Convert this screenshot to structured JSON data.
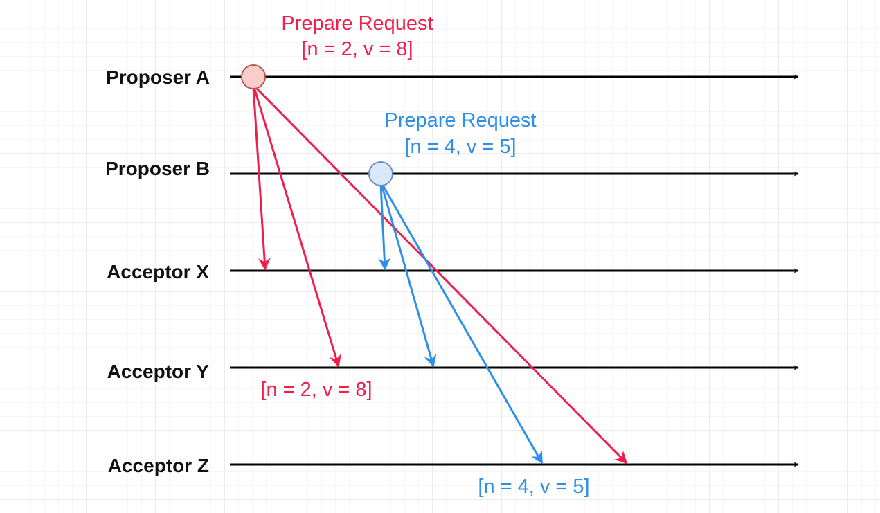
{
  "colors": {
    "timeline": "#000000",
    "proposer_a": "#ef1f4c",
    "proposer_b": "#2f8fe8",
    "node_a_fill": "#f8cecc",
    "node_a_stroke": "#b85450",
    "node_b_fill": "#dae8fc",
    "node_b_stroke": "#6c8ebf"
  },
  "lanes": [
    {
      "id": "proposer-a",
      "label": "Proposer A"
    },
    {
      "id": "proposer-b",
      "label": "Proposer B"
    },
    {
      "id": "acceptor-x",
      "label": "Acceptor X"
    },
    {
      "id": "acceptor-y",
      "label": "Acceptor Y"
    },
    {
      "id": "acceptor-z",
      "label": "Acceptor Z"
    }
  ],
  "proposer_a": {
    "request_title": "Prepare Request",
    "request_value": "[n = 2, v = 8]",
    "messages_to": [
      "acceptor-x",
      "acceptor-y",
      "acceptor-z"
    ]
  },
  "proposer_b": {
    "request_title": "Prepare Request",
    "request_value": "[n = 4, v = 5]",
    "messages_to": [
      "acceptor-x",
      "acceptor-y",
      "acceptor-z"
    ]
  },
  "annotations": {
    "acceptor_y_value": "[n = 2, v = 8]",
    "acceptor_z_value": "[n = 4, v = 5]"
  }
}
